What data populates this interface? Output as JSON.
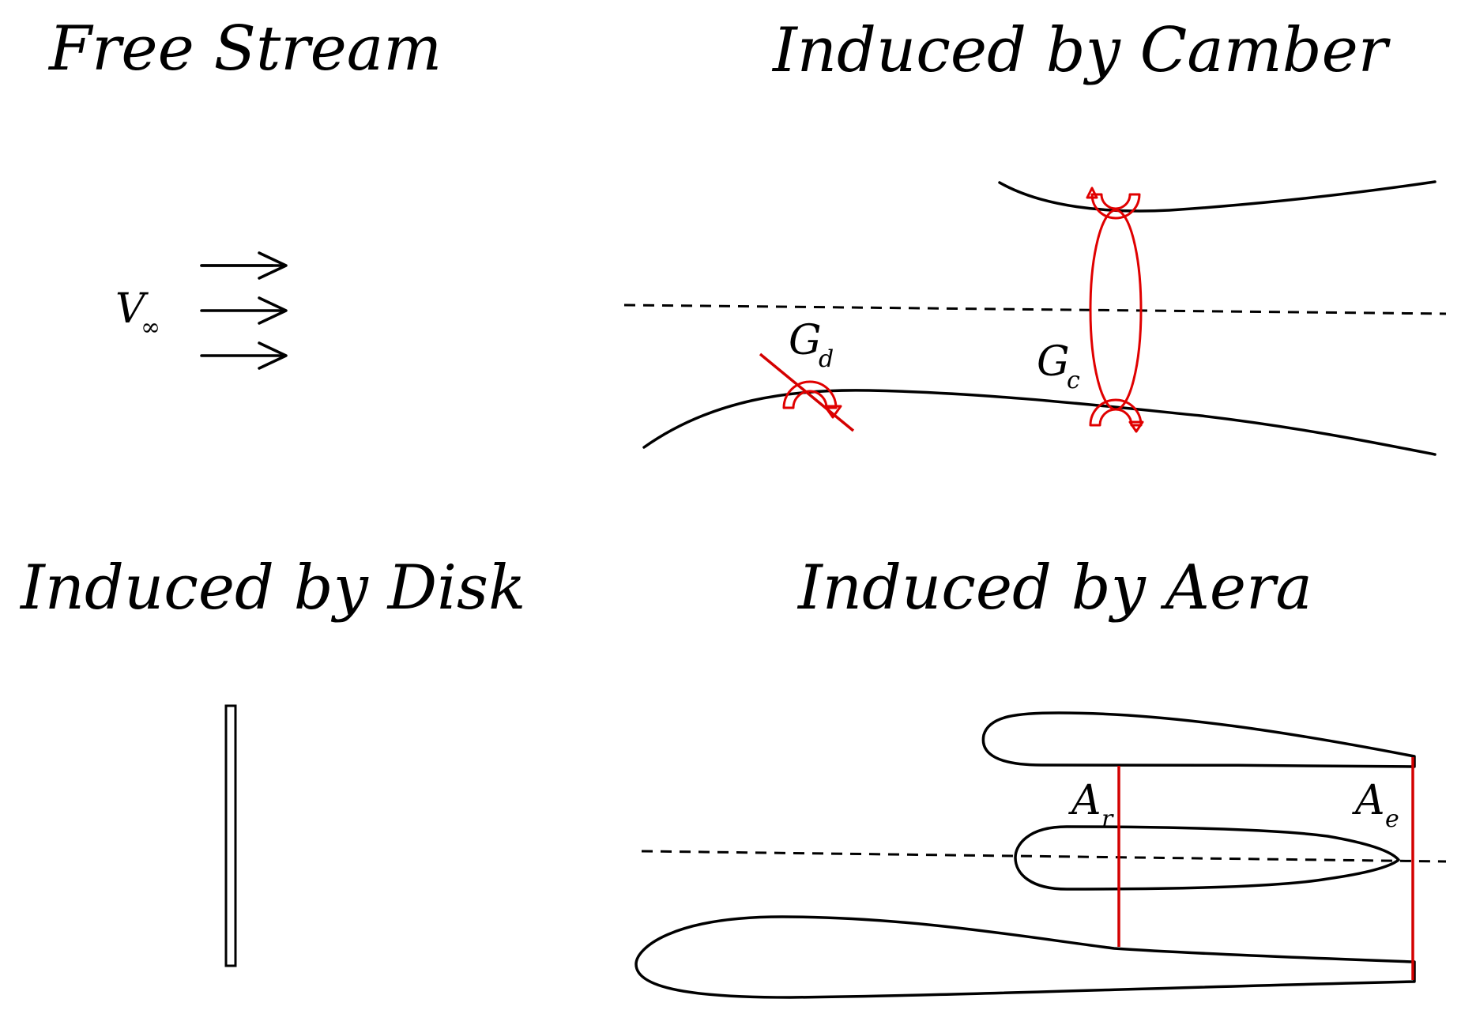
{
  "panels": {
    "free_stream": {
      "title": "Free Stream",
      "velocity_symbol": "V",
      "velocity_subscript": "∞"
    },
    "camber": {
      "title": "Induced by Camber",
      "gd_symbol": "G",
      "gd_subscript": "d",
      "gc_symbol": "G",
      "gc_subscript": "c"
    },
    "disk": {
      "title": "Induced by Disk"
    },
    "area": {
      "title": "Induced by Aera",
      "ar_symbol": "A",
      "ar_subscript": "r",
      "ae_symbol": "A",
      "ae_subscript": "e"
    }
  },
  "colors": {
    "outline": "#000000",
    "vortex": "#e00000",
    "section_line": "#d40000"
  }
}
